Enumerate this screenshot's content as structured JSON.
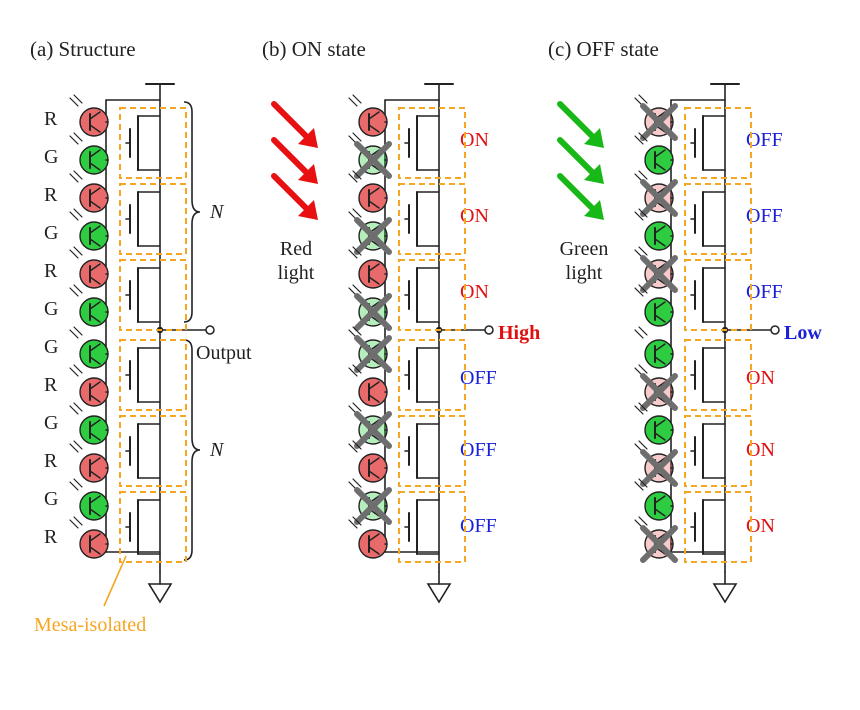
{
  "colors": {
    "red_on": "#e01010",
    "blue_off": "#1a20d8",
    "orange_box": "#f5a623",
    "red_led": "#e86a6a",
    "green_led": "#2ecc40",
    "red_arrow": "#e81010",
    "green_arrow": "#18b818",
    "cross_gray": "#6e6e6e",
    "wire": "#222222"
  },
  "panels": [
    {
      "title": "(a) Structure",
      "row_labels": [
        "R",
        "G",
        "R",
        "G",
        "R",
        "G",
        "G",
        "R",
        "G",
        "R",
        "G",
        "R"
      ],
      "led_states": [
        "R",
        "G",
        "R",
        "G",
        "R",
        "G",
        "G",
        "R",
        "G",
        "R",
        "G",
        "R"
      ],
      "crossed": [
        false,
        false,
        false,
        false,
        false,
        false,
        false,
        false,
        false,
        false,
        false,
        false
      ],
      "brace_upper_label": "N",
      "brace_lower_label": "N",
      "output_label": "Output",
      "mesa_label": "Mesa-isolated"
    },
    {
      "title": "(b) ON state",
      "led_states": [
        "R",
        "G",
        "R",
        "G",
        "R",
        "G",
        "G",
        "R",
        "G",
        "R",
        "G",
        "R"
      ],
      "crossed": [
        false,
        true,
        false,
        true,
        false,
        true,
        true,
        false,
        true,
        false,
        true,
        false
      ],
      "light_label_line1": "Red",
      "light_label_line2": "light",
      "pair_states": [
        "ON",
        "ON",
        "ON",
        "OFF",
        "OFF",
        "OFF"
      ],
      "output_level": "High"
    },
    {
      "title": "(c) OFF state",
      "led_states": [
        "R",
        "G",
        "R",
        "G",
        "R",
        "G",
        "G",
        "R",
        "G",
        "R",
        "G",
        "R"
      ],
      "crossed": [
        true,
        false,
        true,
        false,
        true,
        false,
        false,
        true,
        false,
        true,
        false,
        true
      ],
      "light_label_line1": "Green",
      "light_label_line2": "light",
      "pair_states": [
        "OFF",
        "OFF",
        "OFF",
        "ON",
        "ON",
        "ON"
      ],
      "output_level": "Low"
    }
  ]
}
